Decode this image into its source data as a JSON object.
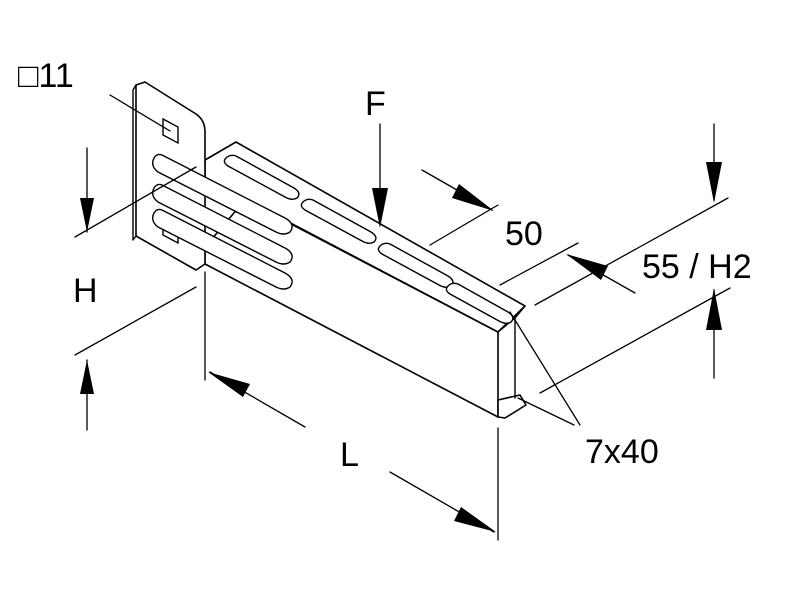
{
  "diagram": {
    "labels": {
      "square_hole": "□11",
      "force": "F",
      "slot_spacing": "50",
      "height_2": "55 / H2",
      "height": "H",
      "length": "L",
      "slot_size": "7x40"
    }
  }
}
